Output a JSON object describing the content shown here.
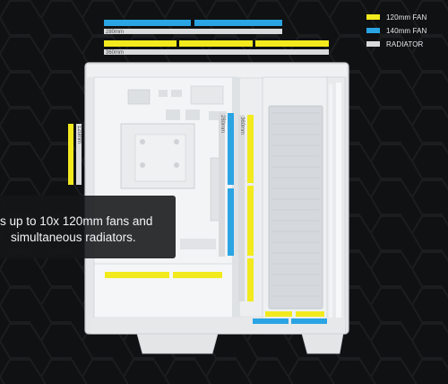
{
  "legend": [
    {
      "label": "120mm FAN",
      "color": "#f2ea1d"
    },
    {
      "label": "140mm FAN",
      "color": "#2aa4e3"
    },
    {
      "label": "RADIATOR",
      "color": "#d9dadb"
    }
  ],
  "dimension_labels": {
    "top_280": "280mm",
    "top_360": "360mm",
    "side_120": "120mm",
    "mid_280": "280mm",
    "mid_360": "360mm"
  },
  "callout": {
    "line1": "s up to 10x 120mm fans and",
    "line2": "simultaneous radiators."
  },
  "colors": {
    "fan_120": "#f2ea1d",
    "fan_140": "#2aa4e3",
    "radiator": "#d9dadb",
    "background": "#101112"
  }
}
